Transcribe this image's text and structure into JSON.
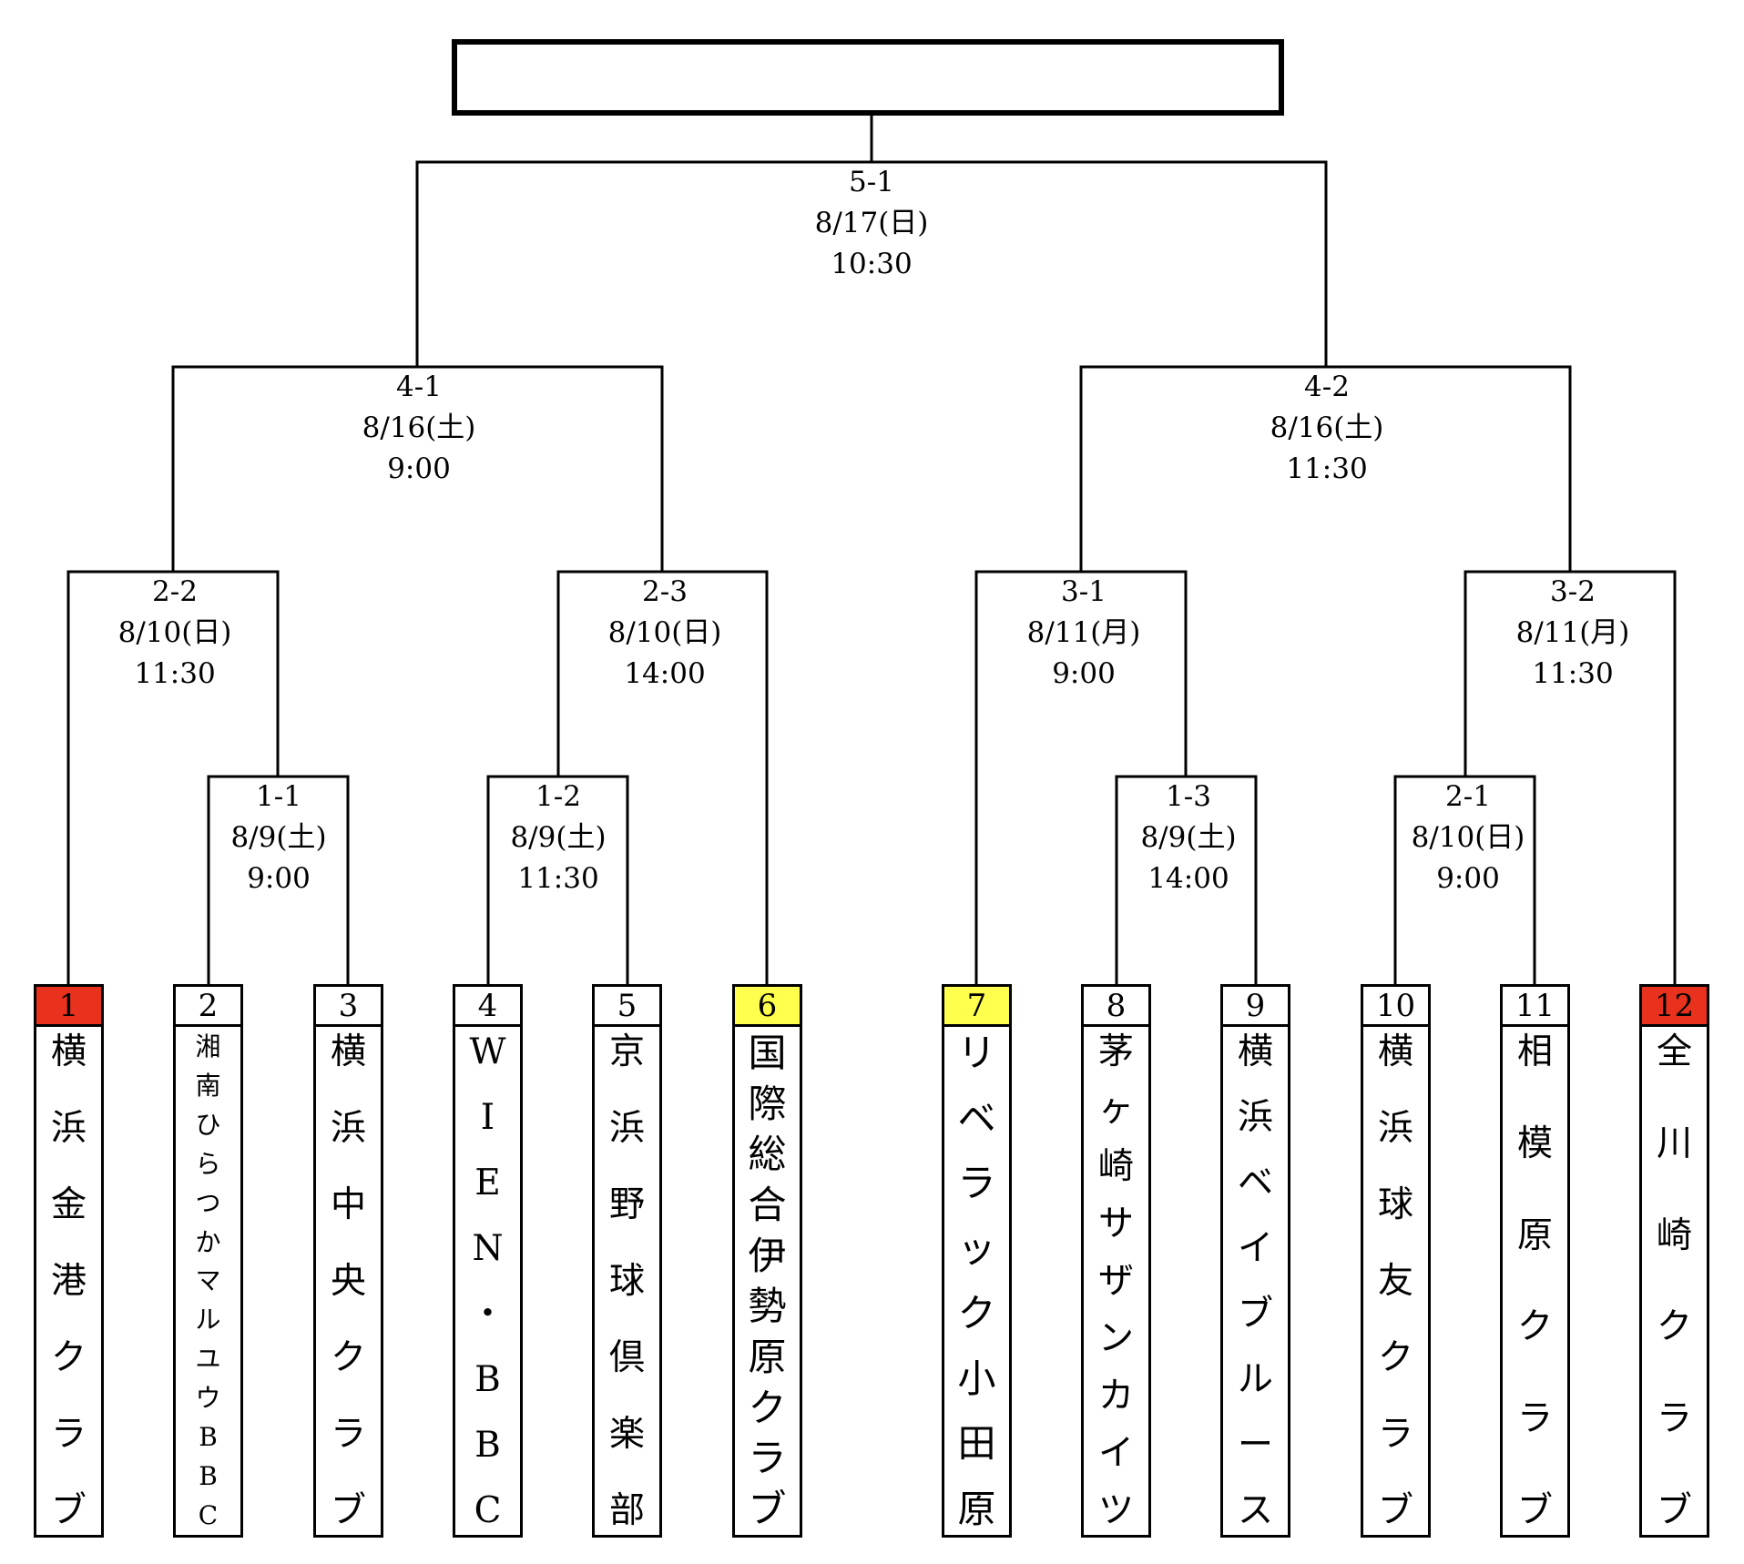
{
  "colors": {
    "seed_red": "#e8321e",
    "seed_yellow": "#ffff4d",
    "seed_white": "#ffffff",
    "line": "#000000"
  },
  "matches": [
    {
      "id": "5-1",
      "code": "5-1",
      "date": "8/17(日)",
      "time": "10:30"
    },
    {
      "id": "4-1",
      "code": "4-1",
      "date": "8/16(土)",
      "time": "9:00"
    },
    {
      "id": "4-2",
      "code": "4-2",
      "date": "8/16(土)",
      "time": "11:30"
    },
    {
      "id": "2-2",
      "code": "2-2",
      "date": "8/10(日)",
      "time": "11:30"
    },
    {
      "id": "2-3",
      "code": "2-3",
      "date": "8/10(日)",
      "time": "14:00"
    },
    {
      "id": "3-1",
      "code": "3-1",
      "date": "8/11(月)",
      "time": "9:00"
    },
    {
      "id": "3-2",
      "code": "3-2",
      "date": "8/11(月)",
      "time": "11:30"
    },
    {
      "id": "1-1",
      "code": "1-1",
      "date": "8/9(土)",
      "time": "9:00"
    },
    {
      "id": "1-2",
      "code": "1-2",
      "date": "8/9(土)",
      "time": "11:30"
    },
    {
      "id": "1-3",
      "code": "1-3",
      "date": "8/9(土)",
      "time": "14:00"
    },
    {
      "id": "2-1",
      "code": "2-1",
      "date": "8/10(日)",
      "time": "9:00"
    }
  ],
  "teams": [
    {
      "seed": "1",
      "seed_color": "red",
      "name": "横浜金港クラブ"
    },
    {
      "seed": "2",
      "seed_color": "white",
      "name": "湘南ひらつかマルユウBBC"
    },
    {
      "seed": "3",
      "seed_color": "white",
      "name": "横浜中央クラブ"
    },
    {
      "seed": "4",
      "seed_color": "white",
      "name": "WIEN・BBC"
    },
    {
      "seed": "5",
      "seed_color": "white",
      "name": "京浜野球倶楽部"
    },
    {
      "seed": "6",
      "seed_color": "yellow",
      "name": "国際総合伊勢原クラブ"
    },
    {
      "seed": "7",
      "seed_color": "yellow",
      "name": "リベラック小田原"
    },
    {
      "seed": "8",
      "seed_color": "white",
      "name": "茅ヶ崎サザンカイツ"
    },
    {
      "seed": "9",
      "seed_color": "white",
      "name": "横浜ベイブルース"
    },
    {
      "seed": "10",
      "seed_color": "white",
      "name": "横浜球友クラブ"
    },
    {
      "seed": "11",
      "seed_color": "white",
      "name": "相模原クラブ"
    },
    {
      "seed": "12",
      "seed_color": "red",
      "name": "全川崎クラブ"
    }
  ]
}
